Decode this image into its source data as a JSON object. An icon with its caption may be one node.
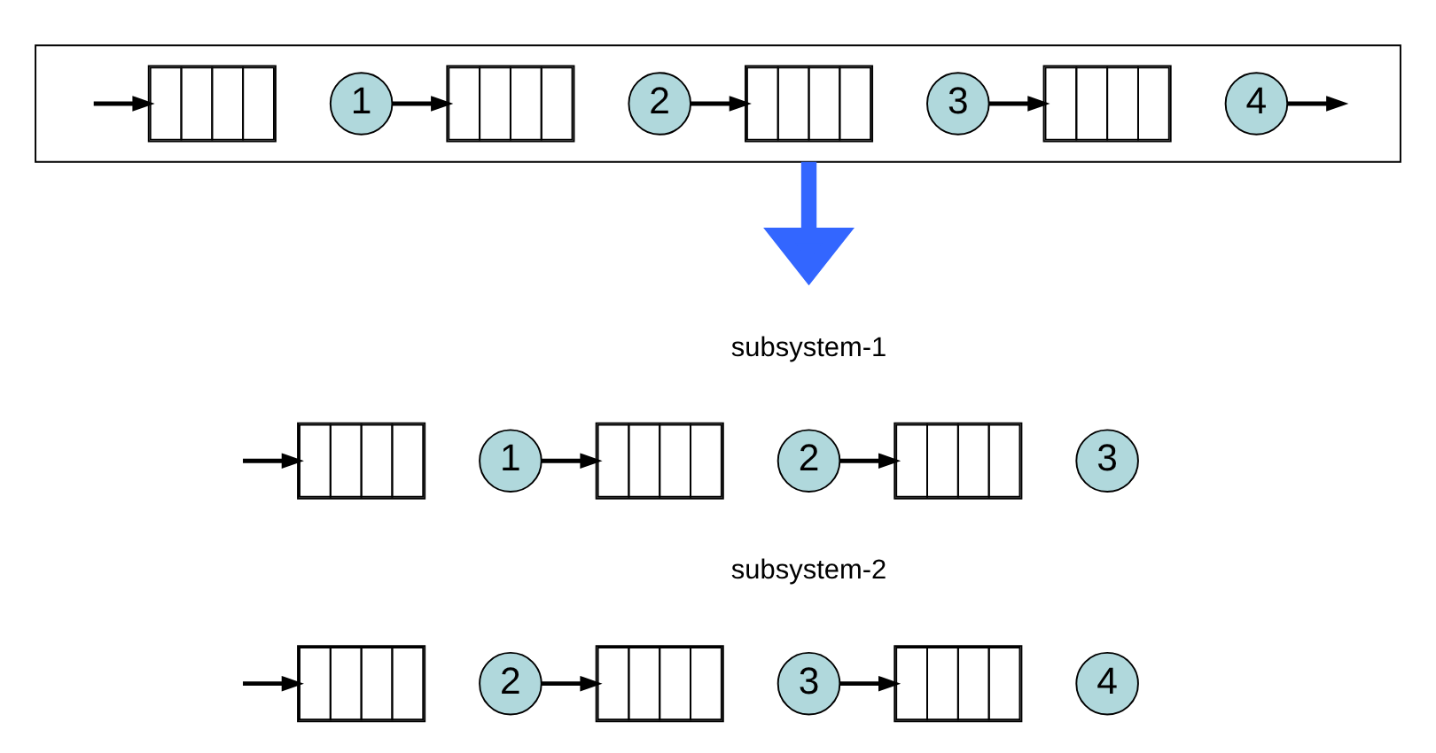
{
  "diagram": {
    "nodes": [
      {
        "text": [],
        "shape": "box"
      },
      {
        "text": [],
        "shape": "box",
        "in": 0
      },
      {
        "text": [
          "1"
        ],
        "in": 0
      },
      {
        "text": [],
        "shape": "box",
        "in": 0
      },
      {
        "text": [
          "2"
        ],
        "in": 0
      },
      {
        "text": [],
        "shape": "box",
        "in": 0
      },
      {
        "text": [
          "3"
        ],
        "in": 0
      },
      {
        "text": [],
        "shape": "box",
        "in": 0
      },
      {
        "text": [
          "4"
        ],
        "in": 0
      },
      {
        "text": [],
        "shape": "box"
      },
      {
        "text": [
          "1"
        ]
      },
      {
        "text": [],
        "shape": "box"
      },
      {
        "text": [
          "2"
        ]
      },
      {
        "text": [],
        "shape": "box"
      },
      {
        "text": [
          "3"
        ]
      },
      {
        "text": [],
        "shape": "box"
      },
      {
        "text": [
          "2"
        ]
      },
      {
        "text": [],
        "shape": "box"
      },
      {
        "text": [
          "3"
        ]
      },
      {
        "text": [],
        "shape": "box"
      },
      {
        "text": [
          "4"
        ]
      }
    ],
    "edges": [
      {
        "from": null,
        "to": 1,
        "arrow": "to"
      },
      {
        "from": 2,
        "to": 3,
        "arrow": "to"
      },
      {
        "from": 4,
        "to": 5,
        "arrow": "to"
      },
      {
        "from": 6,
        "to": 7,
        "arrow": "to"
      },
      {
        "from": 8,
        "to": null,
        "arrow": "to"
      },
      {
        "from": 0,
        "to": null,
        "arrow": "to",
        "style": "thick",
        "color": "#3366ff"
      },
      {
        "from": null,
        "to": 9,
        "arrow": "to"
      },
      {
        "from": 10,
        "to": 11,
        "arrow": "to"
      },
      {
        "from": 12,
        "to": 13,
        "arrow": "to"
      },
      {
        "from": null,
        "to": 15,
        "arrow": "to"
      },
      {
        "from": 16,
        "to": 17,
        "arrow": "to"
      },
      {
        "from": 18,
        "to": 19,
        "arrow": "to"
      }
    ],
    "labels": [
      "subsystem-1",
      "subsystem-2"
    ]
  }
}
